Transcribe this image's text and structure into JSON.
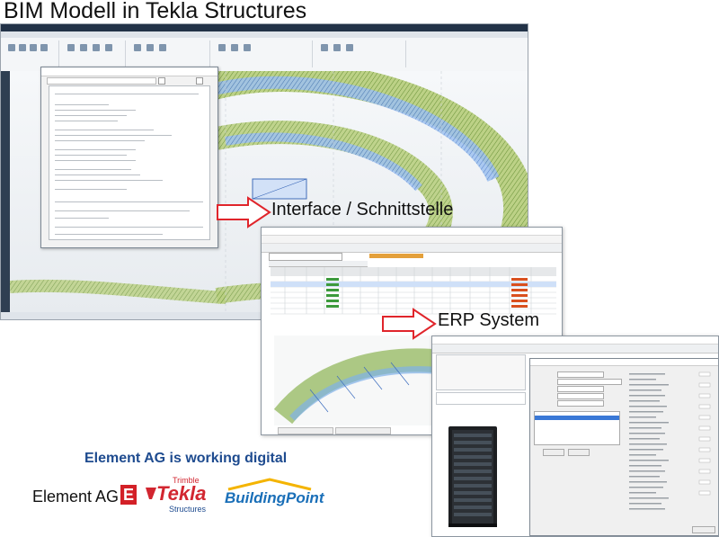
{
  "labels": {
    "bim_title": "BIM Modell in Tekla Structures",
    "interface_label": "Interface / Schnittstelle",
    "erp_label": "ERP System",
    "tagline": "Element AG is working digital"
  },
  "logos": {
    "element_ag": "Element AG",
    "element_ag_mark": "E",
    "tekla_top": "Trimble",
    "tekla_main": "Tekla",
    "tekla_sub": "Structures",
    "buildingpoint": "BuildingPoint"
  },
  "colors": {
    "arrow": "#e0252b",
    "tagline": "#1e4b8f",
    "element_ag_red": "#d32027",
    "tekla_red": "#d22630",
    "tekla_blue": "#1e4b8f",
    "buildingpoint_blue": "#1a6fb8",
    "buildingpoint_yellow": "#f4b400",
    "model_green": "#8fb24a",
    "model_blue": "#4a7fd6"
  },
  "icons": {
    "arrow1": "red-outline-right-arrow",
    "arrow2": "red-outline-right-arrow",
    "server": "server-rack-icon"
  }
}
